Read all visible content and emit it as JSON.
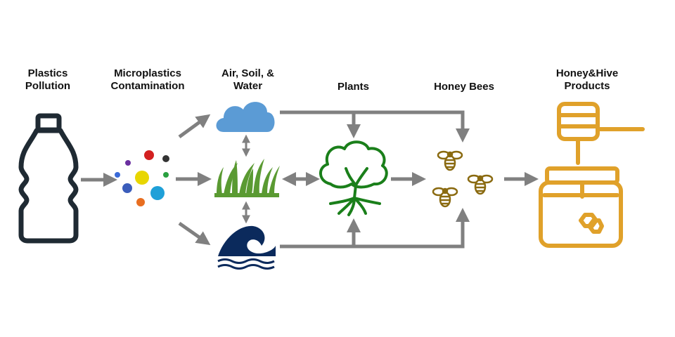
{
  "stages": {
    "plastics": "Plastics\nPollution",
    "microplastics": "Microplastics\nContamination",
    "environment": "Air, Soil, &\nWater",
    "plants": "Plants",
    "bees": "Honey Bees",
    "products": "Honey&Hive\nProducts"
  },
  "colors": {
    "arrow": "#808080",
    "bottle": "#1f2a33",
    "cloud": "#5b9bd5",
    "grass": "#5a9a32",
    "wave": "#0b2a5c",
    "tree": "#1a7f1a",
    "bee": "#8a6a10",
    "honey": "#e0a12a"
  },
  "icons": [
    "bottle-icon",
    "microplastics-icon",
    "cloud-icon",
    "grass-icon",
    "wave-icon",
    "tree-icon",
    "bee-icon",
    "honey-jar-icon"
  ]
}
